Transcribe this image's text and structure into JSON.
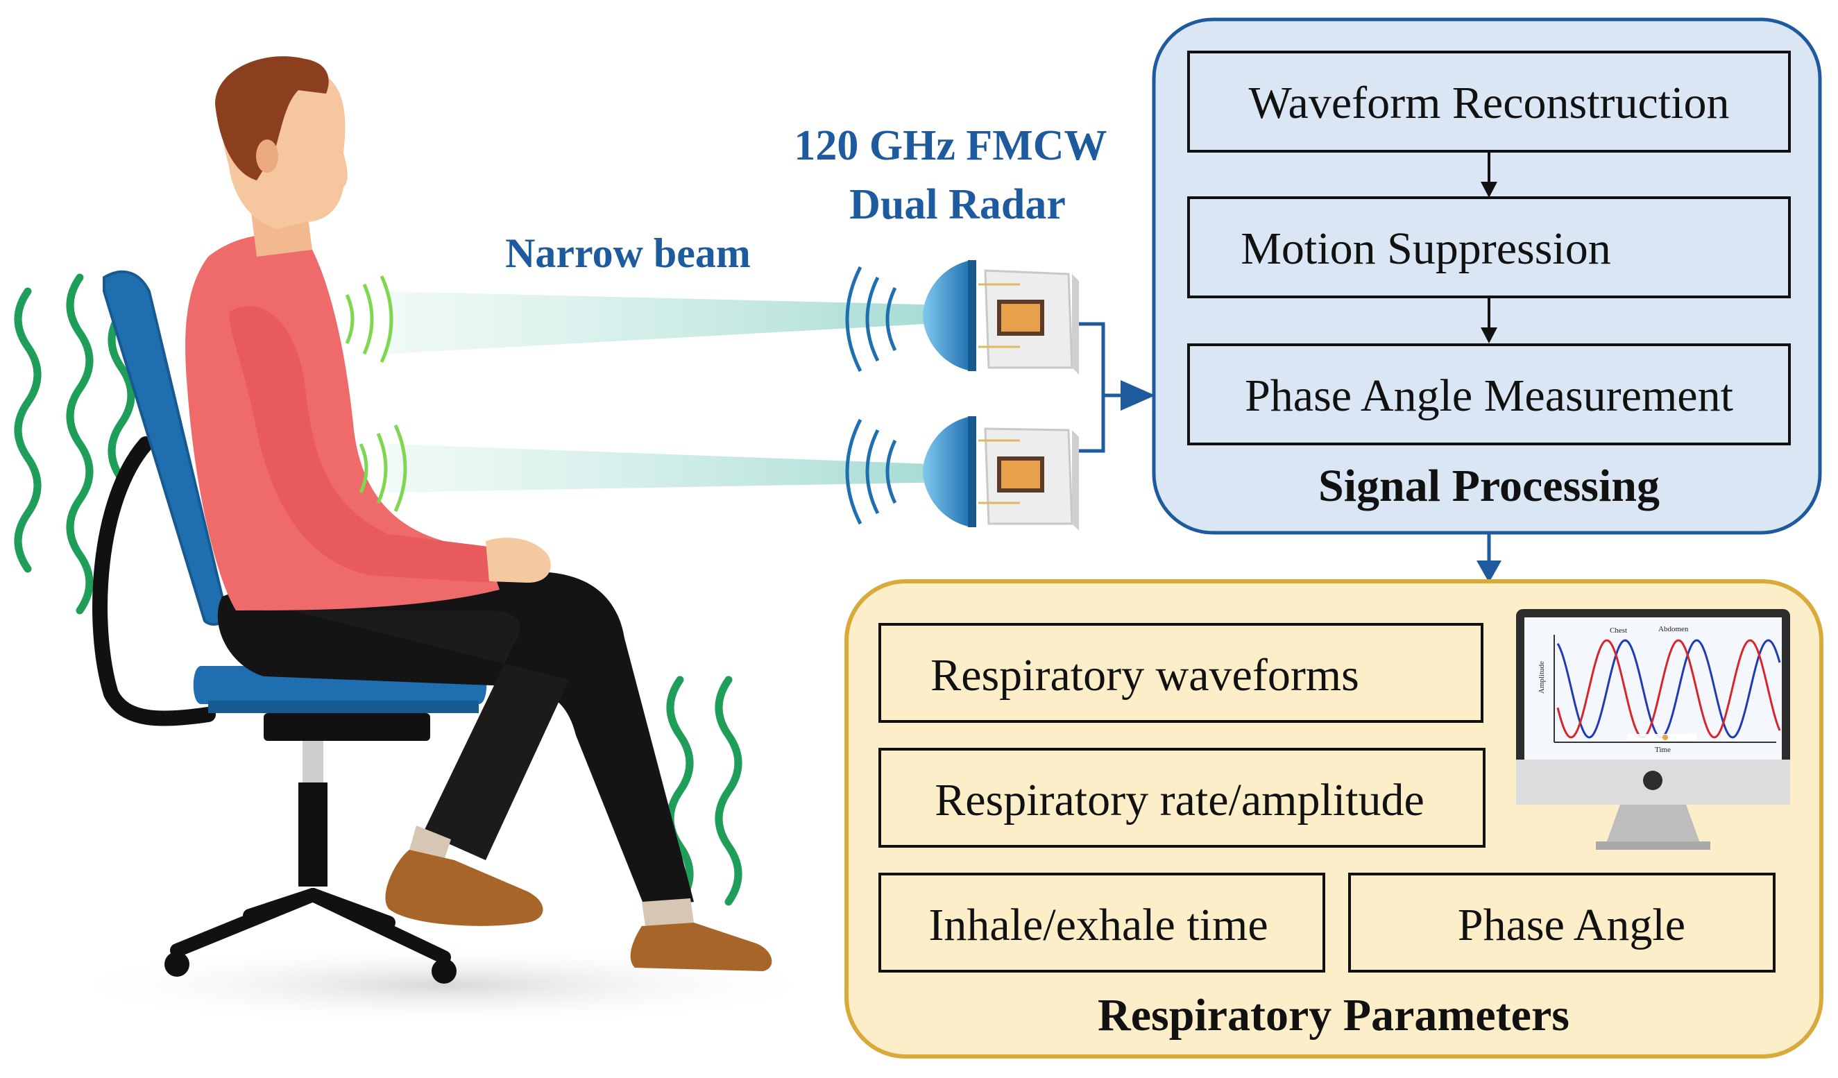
{
  "radar": {
    "title_line1": "120 GHz FMCW",
    "title_line2": "Dual Radar",
    "beam_label": "Narrow beam"
  },
  "signal_processing": {
    "title": "Signal Processing",
    "steps": [
      "Waveform Reconstruction",
      "Motion Suppression",
      "Phase Angle Measurement"
    ]
  },
  "respiratory_parameters": {
    "title": "Respiratory Parameters",
    "items": [
      "Respiratory waveforms",
      "Respiratory rate/amplitude",
      "Inhale/exhale time",
      "Phase Angle"
    ]
  },
  "monitor_chart": {
    "legend": [
      "Chest",
      "Abdomen"
    ],
    "ylabel": "Amplitude",
    "xlabel": "Time"
  },
  "colors": {
    "signal_panel_fill": "#dbe6f4",
    "signal_panel_stroke": "#1d5b9e",
    "param_panel_fill": "#fbeec9",
    "param_panel_stroke": "#d9a93a",
    "radar_title": "#1d5b9e",
    "vibration": "#1f9e5a",
    "shirt": "#ef6a6a",
    "chair": "#1f6fb0",
    "beam": "#9fd9cf",
    "chest_line": "#1e3ab8",
    "abdomen_line": "#d6262c"
  }
}
